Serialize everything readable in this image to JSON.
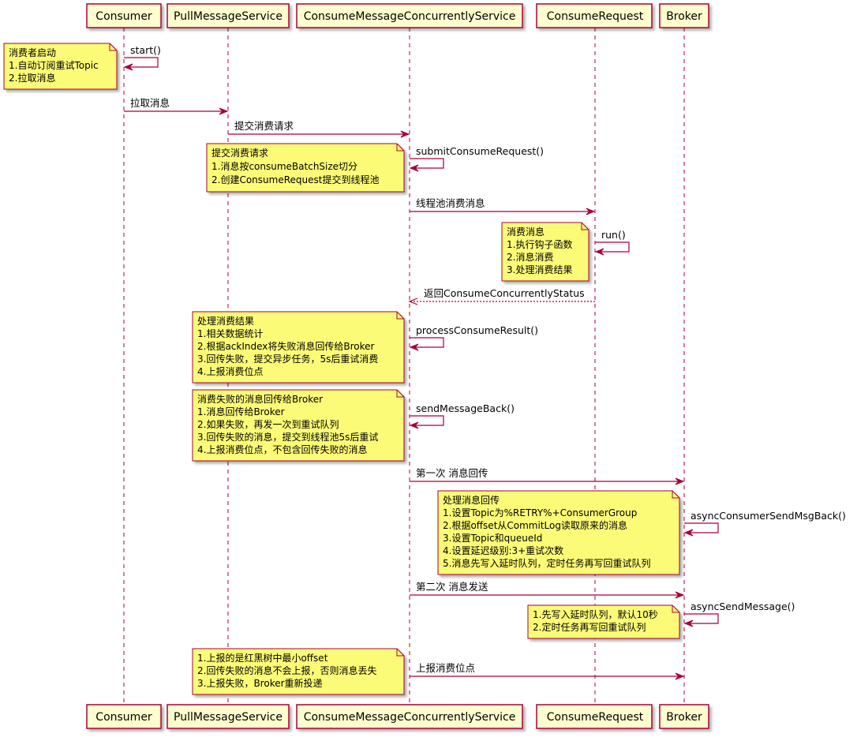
{
  "participants": [
    {
      "id": "consumer",
      "label": "Consumer"
    },
    {
      "id": "pull",
      "label": "PullMessageService"
    },
    {
      "id": "cmcs",
      "label": "ConsumeMessageConcurrentlyService"
    },
    {
      "id": "creq",
      "label": "ConsumeRequest"
    },
    {
      "id": "broker",
      "label": "Broker"
    }
  ],
  "messages": [
    {
      "label": "start()"
    },
    {
      "label": "拉取消息"
    },
    {
      "label": "提交消费请求"
    },
    {
      "label": "submitConsumeRequest()"
    },
    {
      "label": "线程池消费消息"
    },
    {
      "label": "run()"
    },
    {
      "label": "返回ConsumeConcurrentlyStatus"
    },
    {
      "label": "processConsumeResult()"
    },
    {
      "label": "sendMessageBack()"
    },
    {
      "label": "第一次 消息回传"
    },
    {
      "label": "asyncConsumerSendMsgBack()"
    },
    {
      "label": "第二次 消息发送"
    },
    {
      "label": "asyncSendMessage()"
    },
    {
      "label": "上报消费位点"
    }
  ],
  "notes": [
    {
      "lines": [
        "消费者启动",
        "1.自动订阅重试Topic",
        "2.拉取消息"
      ]
    },
    {
      "lines": [
        "提交消费请求",
        "1.消息按consumeBatchSize切分",
        "2.创建ConsumeRequest提交到线程池"
      ]
    },
    {
      "lines": [
        "消费消息",
        "1.执行钩子函数",
        "2.消息消费",
        "3.处理消费结果"
      ]
    },
    {
      "lines": [
        "处理消费结果",
        "1.相关数据统计",
        "2.根据ackIndex将失败消息回传给Broker",
        "3.回传失败，提交异步任务，5s后重试消费",
        "4.上报消费位点"
      ]
    },
    {
      "lines": [
        "消费失败的消息回传给Broker",
        "1.消息回传给Broker",
        "2.如果失败，再发一次到重试队列",
        "3.回传失败的消息，提交到线程池5s后重试",
        "4.上报消费位点，不包含回传失败的消息"
      ]
    },
    {
      "lines": [
        "处理消息回传",
        "1.设置Topic为%RETRY%+ConsumerGroup",
        "2.根据offset从CommitLog读取原来的消息",
        "3.设置Topic和queueId",
        "4.设置延迟级别:3+重试次数",
        "5.消息先写入延时队列，定时任务再写回重试队列"
      ]
    },
    {
      "lines": [
        "1.先写入延时队列，默认10秒",
        "2.定时任务再写回重试队列"
      ]
    },
    {
      "lines": [
        "1.上报的是红黑树中最小offset",
        "2.回传失败的消息不会上报，否则消息丢失",
        "3.上报失败，Broker重新投递"
      ]
    }
  ],
  "colors": {
    "participant_fill": "#FEFECE",
    "participant_border": "#A80036",
    "arrow": "#A80036",
    "lifeline": "#A80036",
    "note_fill": "#FBFB77",
    "note_border": "#A80036"
  }
}
